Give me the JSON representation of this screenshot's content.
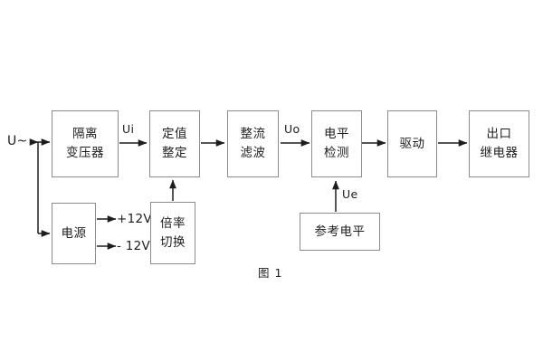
{
  "diagram": {
    "caption": "图 1",
    "input_label": "U~",
    "blocks": [
      {
        "id": "isolation-transformer",
        "lines": [
          "隔离",
          "变压器"
        ]
      },
      {
        "id": "setting-value",
        "lines": [
          "定值",
          "整定"
        ]
      },
      {
        "id": "rectifier-filter",
        "lines": [
          "整流",
          "滤波"
        ]
      },
      {
        "id": "level-detection",
        "lines": [
          "电平",
          "检测"
        ]
      },
      {
        "id": "driver",
        "lines": [
          "驱动"
        ]
      },
      {
        "id": "output-relay",
        "lines": [
          "出口",
          "继电器"
        ]
      },
      {
        "id": "power-supply",
        "lines": [
          "电源"
        ]
      },
      {
        "id": "multiplier-switch",
        "lines": [
          "倍率",
          "切换"
        ]
      },
      {
        "id": "reference-level",
        "lines": [
          "参考电平"
        ]
      }
    ],
    "signal_labels": {
      "ui": "Ui",
      "uo": "Uo",
      "ue": "Ue"
    },
    "power_rails": {
      "positive": "+12V",
      "negative": "- 12V"
    },
    "colors": {
      "background": "#ffffff",
      "border": "#8c8c8c",
      "wire": "#1d1d1d",
      "text": "#1d1d1d"
    }
  }
}
